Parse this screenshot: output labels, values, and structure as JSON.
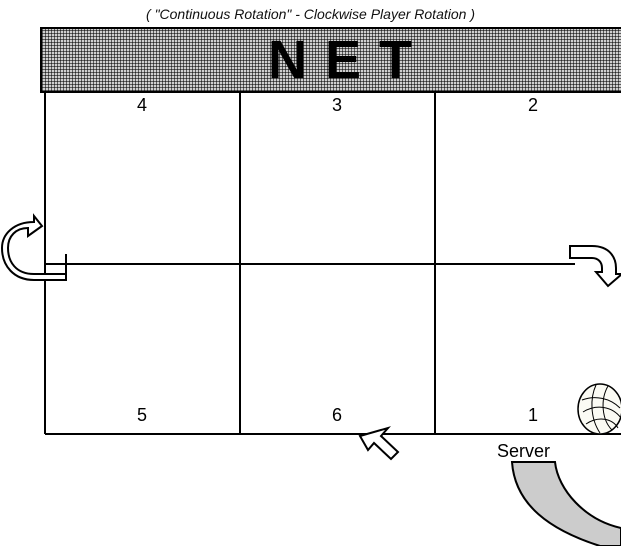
{
  "title": "( \"Continuous Rotation\" - Clockwise Player Rotation )",
  "net_label": "NET",
  "positions": {
    "p4": "4",
    "p3": "3",
    "p2": "2",
    "p5": "5",
    "p6": "6",
    "p1": "1"
  },
  "server_label": "Server",
  "colors": {
    "lines": "#000000",
    "fill_arrow": "#ffffff",
    "server_path": "#cccccc"
  },
  "icons": [
    "rotate-arrow-left-icon",
    "rotate-arrow-right-icon",
    "up-arrow-icon",
    "volleyball-icon"
  ]
}
